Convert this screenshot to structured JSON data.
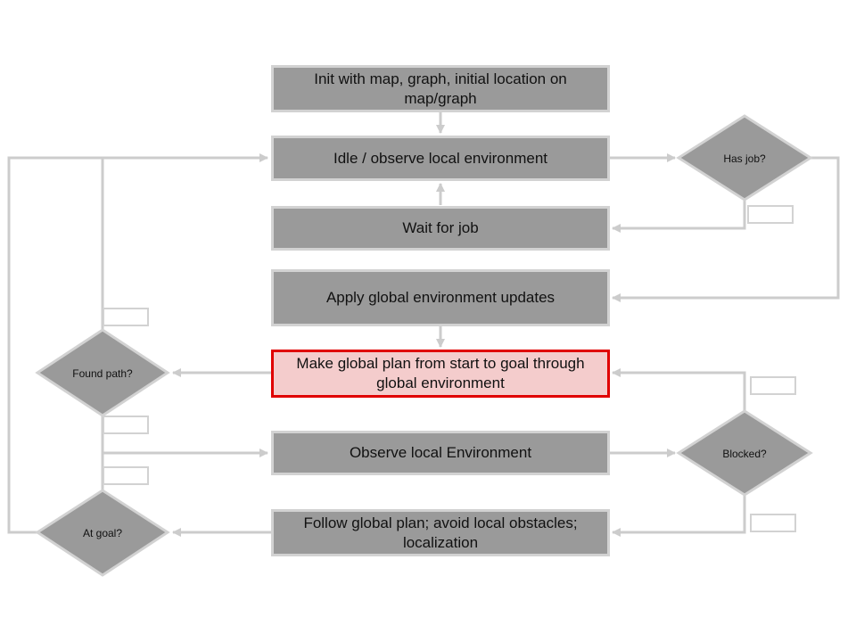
{
  "colors": {
    "box_fill": "#9a9a9a",
    "box_border": "#d2d2d2",
    "highlight_fill": "#f4cccc",
    "highlight_border": "#e00000",
    "connector": "#cccccc"
  },
  "boxes": {
    "init": "Init with map, graph, initial location on map/graph",
    "idle": "Idle / observe local environment",
    "wait": "Wait for job",
    "apply_updates": "Apply global environment updates",
    "make_plan": "Make global plan from start to goal through global environment",
    "observe": "Observe local Environment",
    "follow": "Follow global plan; avoid local obstacles; localization"
  },
  "decisions": {
    "has_job": "Has job?",
    "found_path": "Found path?",
    "at_goal": "At goal?",
    "blocked": "Blocked?"
  }
}
